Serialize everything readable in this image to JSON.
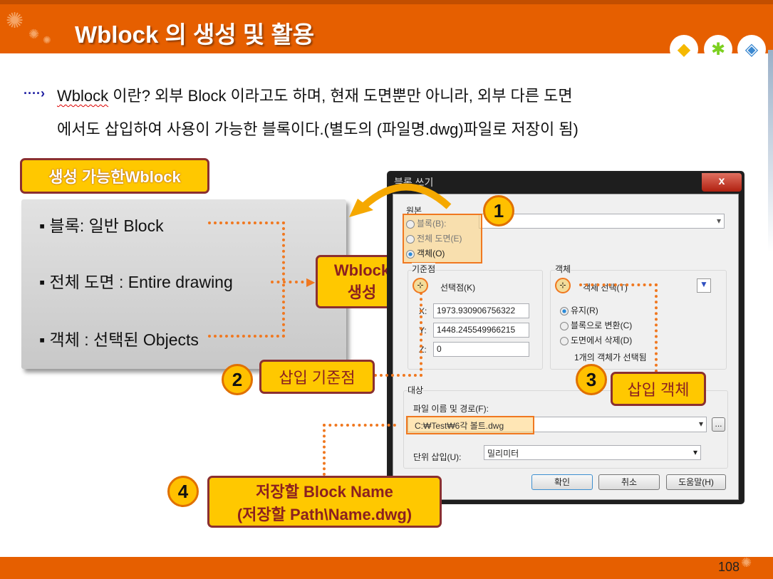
{
  "header": {
    "title": "Wblock 의 생성 및 활용",
    "icons": [
      "yellow-cube-icon",
      "green-gear-icon",
      "blue-cubes-icon"
    ]
  },
  "intro": {
    "term": "Wblock",
    "line1_rest": " 이란?  외부 Block 이라고도 하며, 현재 도면뿐만 아니라, 외부 다른 도면",
    "line2": "에서도 삽입하여 사용이 가능한 블록이다.(별도의 (파일명.dwg)파일로 저장이 됨)"
  },
  "types": {
    "label": "생성 가능한Wblock",
    "items": [
      "블록: 일반 Block",
      "전체 도면 : Entire drawing",
      "객체 : 선택된 Objects"
    ]
  },
  "create_box": {
    "line1": "Wblock",
    "line2": "생성"
  },
  "callouts": {
    "c1": "1",
    "c2": "2",
    "c3": "3",
    "c4": "4",
    "insert_base": "삽입 기준점",
    "insert_object": "삽입 객체",
    "block_name_line1": "저장할 Block Name",
    "block_name_line2": "(저장할 Path\\Name.dwg)"
  },
  "dialog": {
    "title": "블록 쓰기",
    "close": "x",
    "source_label": "원본",
    "source_options": [
      {
        "label": "블록(B):",
        "checked": false
      },
      {
        "label": "전체 도면(E)",
        "checked": false
      },
      {
        "label": "객체(O)",
        "checked": true
      }
    ],
    "base_label": "기준점",
    "pick_point": "선택점(K)",
    "x_label": "X:",
    "x_value": "1973.930906756322",
    "y_label": "Y:",
    "y_value": "1448.245549966215",
    "z_label": "Z:",
    "z_value": "0",
    "objects_label": "객체",
    "select_objects": "객체 선택(T)",
    "object_options": [
      {
        "label": "유지(R)",
        "checked": true
      },
      {
        "label": "블록으로 변환(C)",
        "checked": false
      },
      {
        "label": "도면에서 삭제(D)",
        "checked": false
      }
    ],
    "selected_status": "1개의 객체가 선택됨",
    "dest_label": "대상",
    "file_label": "파일 이름 및 경로(F):",
    "file_value": "C:₩Test₩6각 볼트.dwg",
    "browse": "...",
    "units_label": "단위 삽입(U):",
    "units_value": "밀리미터",
    "ok": "확인",
    "cancel": "취소",
    "help": "도움말(H)"
  },
  "footer": {
    "page": "108"
  }
}
